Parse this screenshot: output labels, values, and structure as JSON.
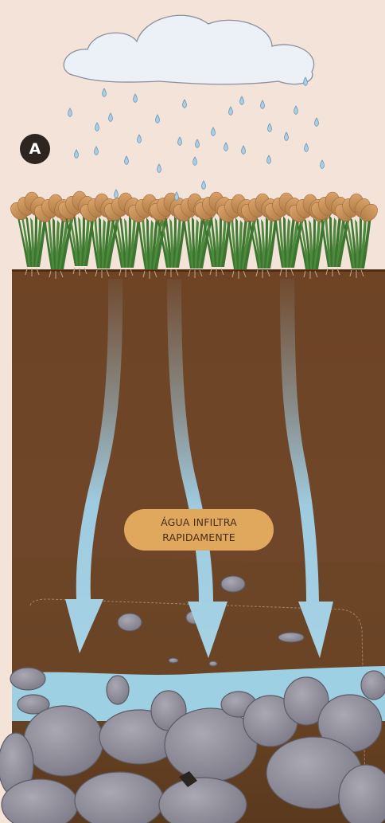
{
  "panel": {
    "label": "A"
  },
  "callout": {
    "line1": "ÁGUA INFILTRA",
    "line2": "RAPIDAMENTE"
  },
  "colors": {
    "background": "#f3e3d8",
    "soil_top": "#6e4425",
    "soil_bottom": "#5c3a1f",
    "water": "#9ed0e3",
    "arrow": "#9fcbe0",
    "rock": "#8e8d97",
    "grass_green": "#4c8a3c",
    "grass_tips": "#c7925a",
    "callout": "#e0a85c",
    "cloud": "#ecf1f8"
  },
  "icons": [
    "cloud-icon",
    "raindrop-icon",
    "grass-icon",
    "arrow-down-icon",
    "rock-icon"
  ]
}
